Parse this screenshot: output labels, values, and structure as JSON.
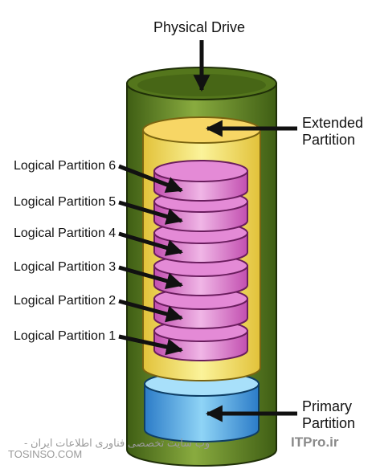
{
  "labels": {
    "physical_drive": "Physical Drive",
    "extended_line1": "Extended",
    "extended_line2": "Partition",
    "primary_line1": "Primary",
    "primary_line2": "Partition",
    "logical": [
      "Logical Partition 6",
      "Logical Partition 5",
      "Logical Partition 4",
      "Logical Partition 3",
      "Logical Partition 2",
      "Logical Partition 1"
    ]
  },
  "watermark": {
    "left": "TOSINSO.COM",
    "right_brand": "ITPro.ir",
    "right_text": "وب سایت تخصصی فناوری اطلاعات ایران -"
  },
  "colors": {
    "drive": "#6a8f2a",
    "extended": "#f2e46a",
    "logical": "#e38ed6",
    "primary": "#4fb2e8"
  }
}
